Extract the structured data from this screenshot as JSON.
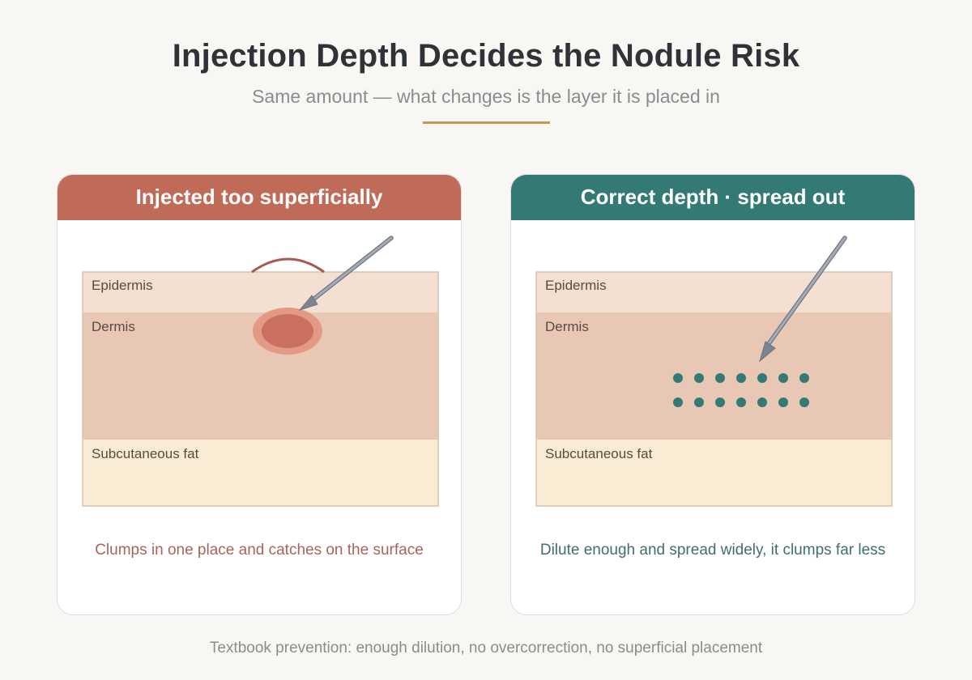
{
  "header": {
    "title": "Injection Depth Decides the Nodule Risk",
    "subtitle": "Same amount — what changes is the layer it is placed in"
  },
  "colors": {
    "accent_rule": "#c49a50",
    "wrong_header": "#c06a58",
    "correct_header": "#337a74",
    "epidermis": "#f4e0d2",
    "dermis": "#e8c8b4",
    "subcutaneous_fat": "#faebd4",
    "nodule": "#c97060",
    "nodule_ring": "#e39a84",
    "dots": "#337a74",
    "needle": "#9098a4"
  },
  "panels": [
    {
      "id": "superficial",
      "header": "Injected too superficially",
      "layers": [
        "Epidermis",
        "Dermis",
        "Subcutaneous fat"
      ],
      "caption": "Clumps in one place and catches on the surface"
    },
    {
      "id": "correct",
      "header": "Correct depth · spread out",
      "layers": [
        "Epidermis",
        "Dermis",
        "Subcutaneous fat"
      ],
      "caption": "Dilute enough and spread widely, it clumps far less"
    }
  ],
  "footer": "Textbook prevention: enough dilution, no overcorrection, no superficial placement"
}
